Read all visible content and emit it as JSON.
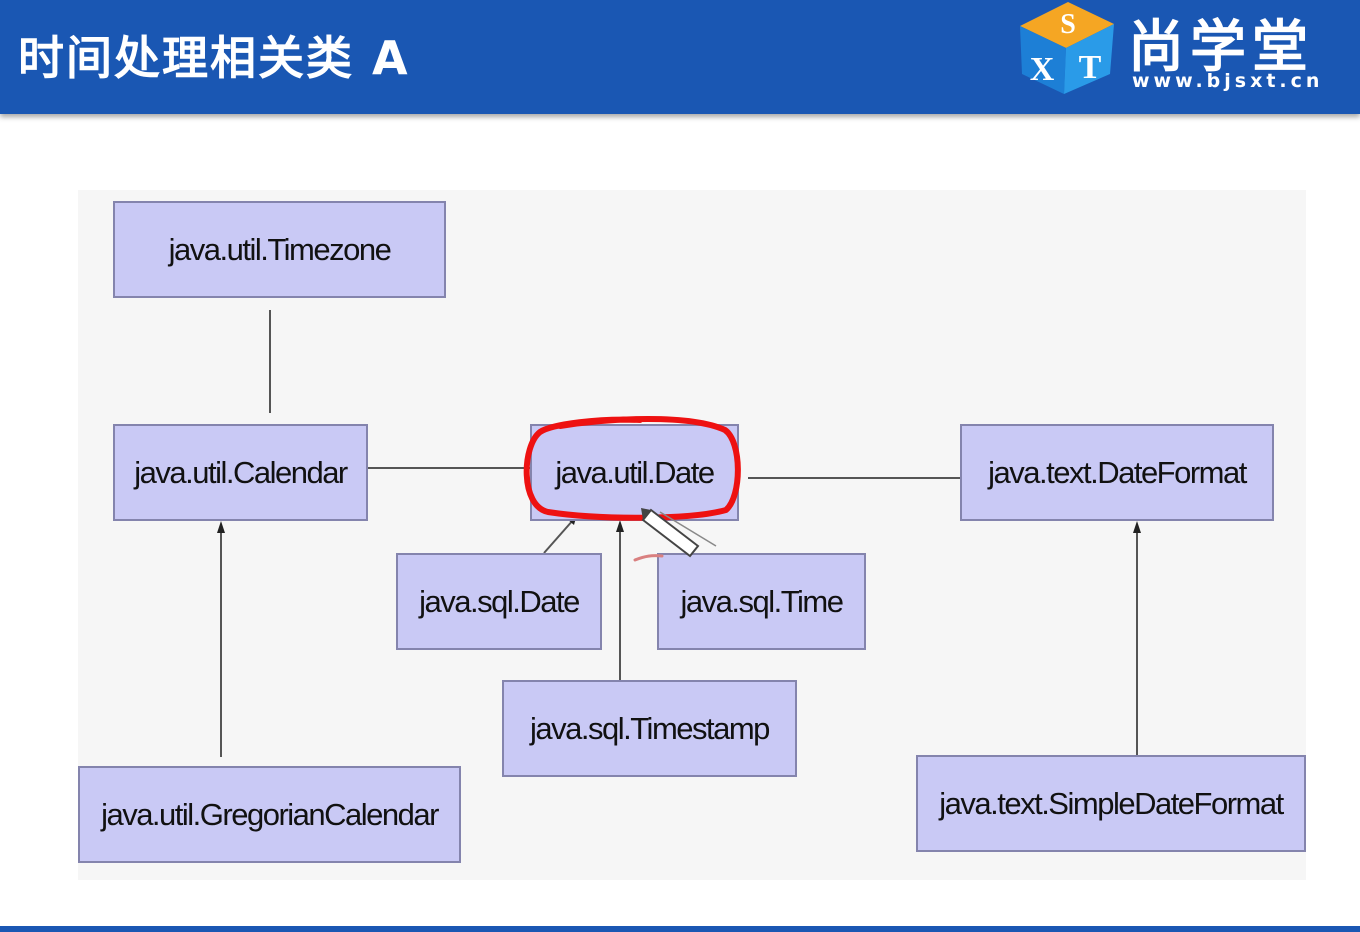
{
  "header": {
    "title": "时间处理相关类   A",
    "brand_name": "尚学堂",
    "brand_url": "www.bjsxt.cn",
    "logo_letters": [
      "S",
      "X",
      "T"
    ]
  },
  "diagram": {
    "nodes": {
      "timezone": "java.util.Timezone",
      "calendar": "java.util.Calendar",
      "util_date": "java.util.Date",
      "date_format": "java.text.DateFormat",
      "sql_date": "java.sql.Date",
      "sql_time": "java.sql.Time",
      "sql_timestamp": "java.sql.Timestamp",
      "gregorian_calendar": "java.util.GregorianCalendar",
      "simple_date_format": "java.text.SimpleDateFormat"
    },
    "edges": [
      {
        "from": "timezone",
        "to": "calendar",
        "type": "association"
      },
      {
        "from": "calendar",
        "to": "util_date",
        "type": "association"
      },
      {
        "from": "util_date",
        "to": "date_format",
        "type": "association"
      },
      {
        "from": "gregorian_calendar",
        "to": "calendar",
        "type": "inheritance"
      },
      {
        "from": "sql_date",
        "to": "util_date",
        "type": "inheritance"
      },
      {
        "from": "sql_timestamp",
        "to": "util_date",
        "type": "inheritance"
      },
      {
        "from": "simple_date_format",
        "to": "date_format",
        "type": "inheritance"
      }
    ],
    "highlighted_node": "util_date"
  },
  "colors": {
    "header_bg": "#1a57b3",
    "node_fill": "#c9c9f5",
    "node_border": "#8484ad",
    "edge": "#555555",
    "highlight": "#ee1111"
  },
  "icons": [
    "sxt-logo-icon",
    "mouse-pointer-icon"
  ]
}
